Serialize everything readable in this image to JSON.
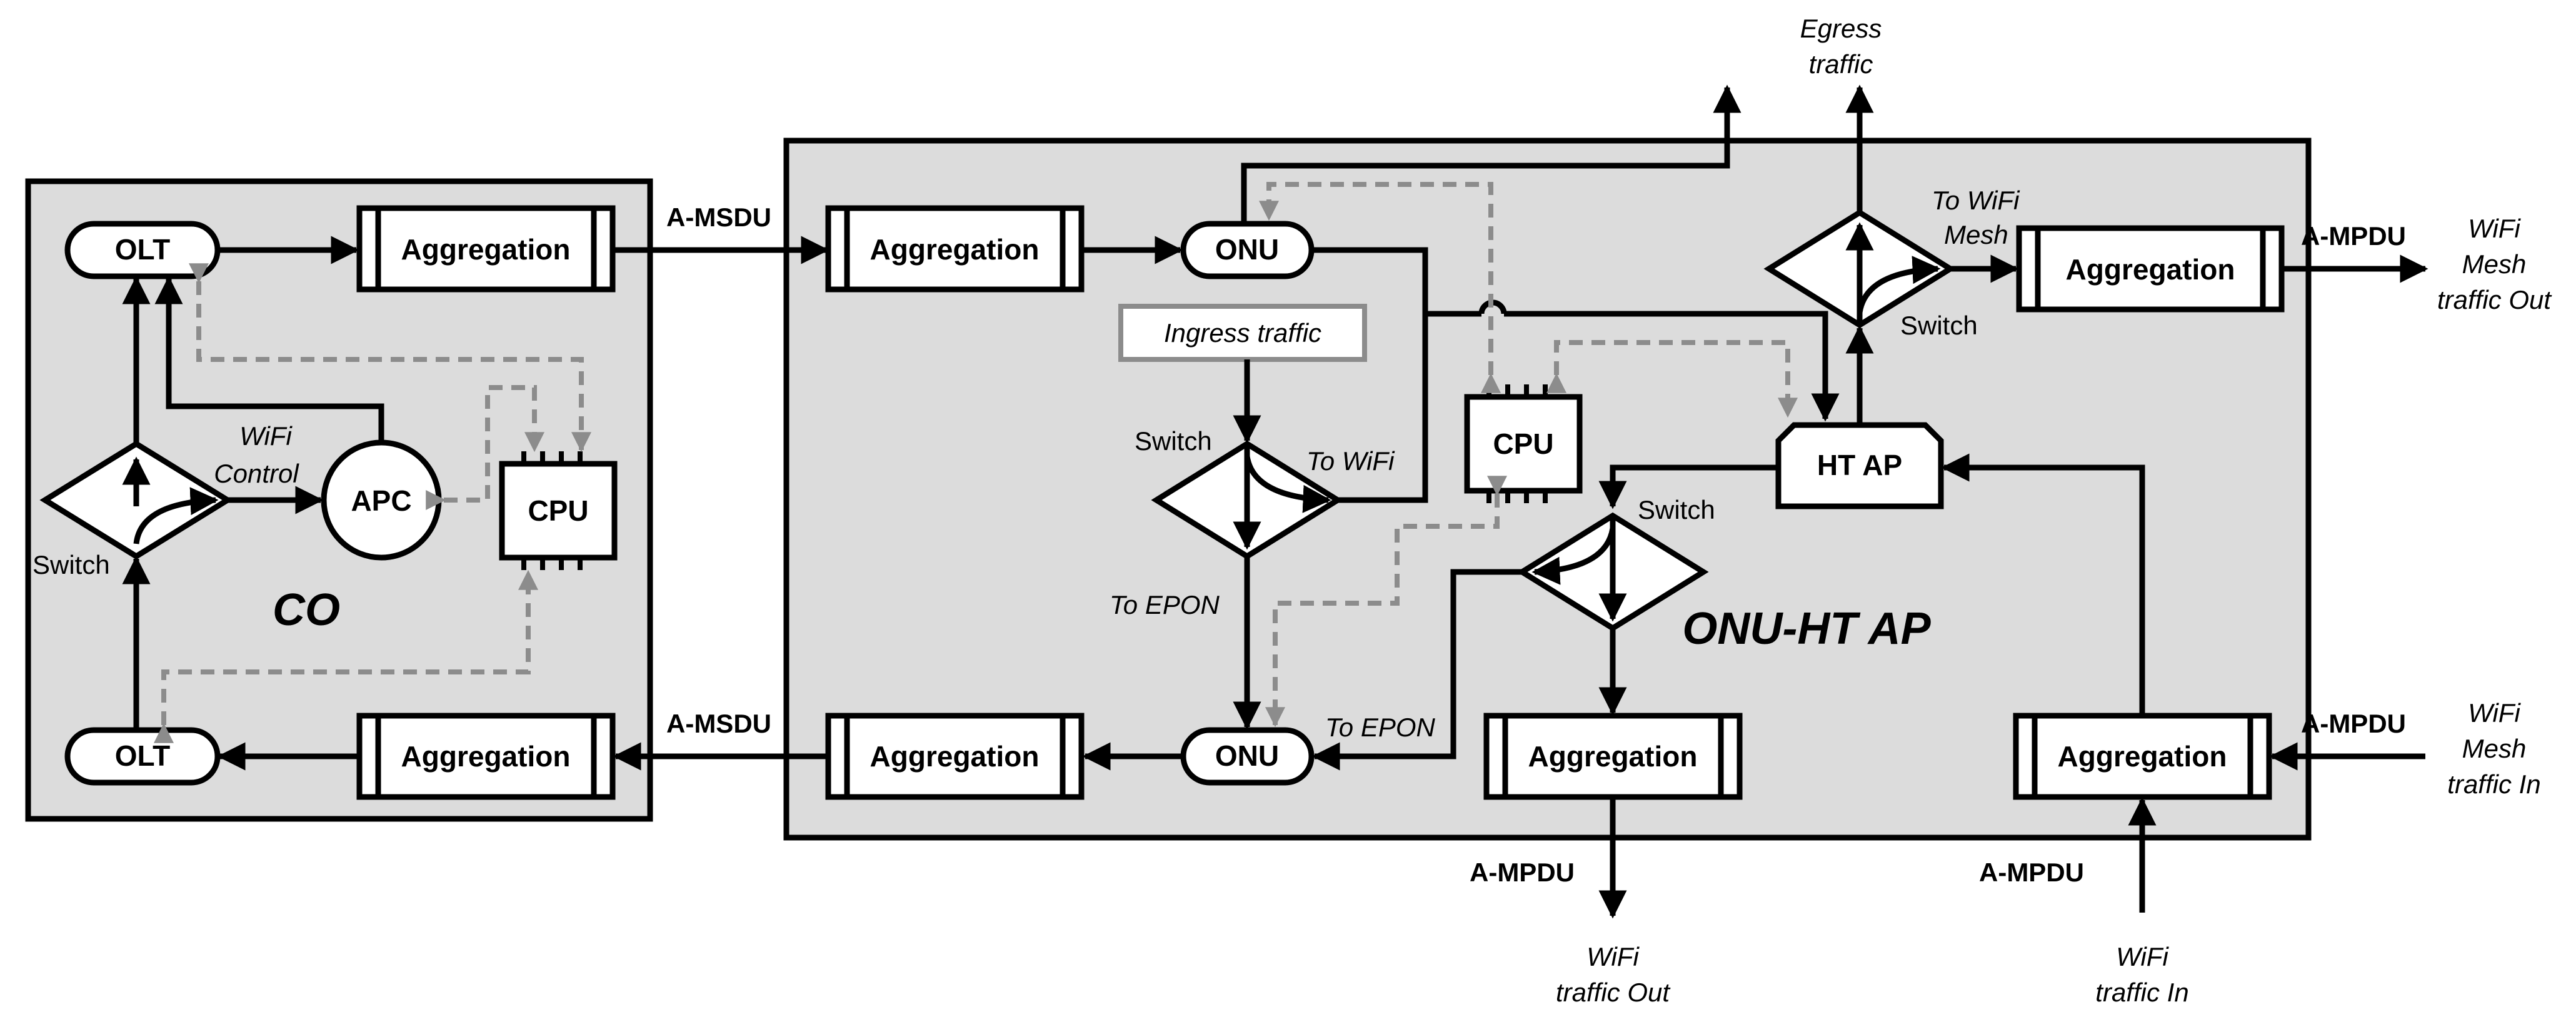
{
  "co": {
    "label": "CO",
    "olt_top": "OLT",
    "olt_bottom": "OLT",
    "aggregation_top": "Aggregation",
    "aggregation_bottom": "Aggregation",
    "switch_label": "Switch",
    "apc_label": "APC",
    "cpu_label": "CPU",
    "wifi_control": [
      "WiFi",
      "Control"
    ]
  },
  "links": {
    "amsdu_top": "A-MSDU",
    "amsdu_bottom": "A-MSDU"
  },
  "onu_ht_ap": {
    "label": "ONU-HT AP",
    "aggregation_top_left": "Aggregation",
    "onu_top": "ONU",
    "ingress_traffic": "Ingress traffic",
    "switch_left_label": "Switch",
    "to_wifi": "To WiFi",
    "to_epon_left": "To EPON",
    "cpu_label": "CPU",
    "ht_ap_label": "HT AP",
    "switch_center_label": "Switch",
    "switch_right_label": "Switch",
    "to_wifi_mesh": [
      "To WiFi",
      "Mesh"
    ],
    "aggregation_top_right": "Aggregation",
    "aggregation_bottom_left": "Aggregation",
    "onu_bottom": "ONU",
    "to_epon_bottom": "To EPON",
    "aggregation_bottom_center": "Aggregation",
    "aggregation_bottom_right": "Aggregation"
  },
  "external": {
    "egress_traffic": [
      "Egress",
      "traffic"
    ],
    "ampdu_top_right": "A-MPDU",
    "wifi_mesh_out": [
      "WiFi",
      "Mesh",
      "traffic Out"
    ],
    "ampdu_right_in": "A-MPDU",
    "wifi_mesh_in": [
      "WiFi",
      "Mesh",
      "traffic In"
    ],
    "ampdu_bottom_center": "A-MPDU",
    "wifi_traffic_out": [
      "WiFi",
      "traffic Out"
    ],
    "ampdu_bottom_right": "A-MPDU",
    "wifi_traffic_in": [
      "WiFi",
      "traffic In"
    ]
  }
}
